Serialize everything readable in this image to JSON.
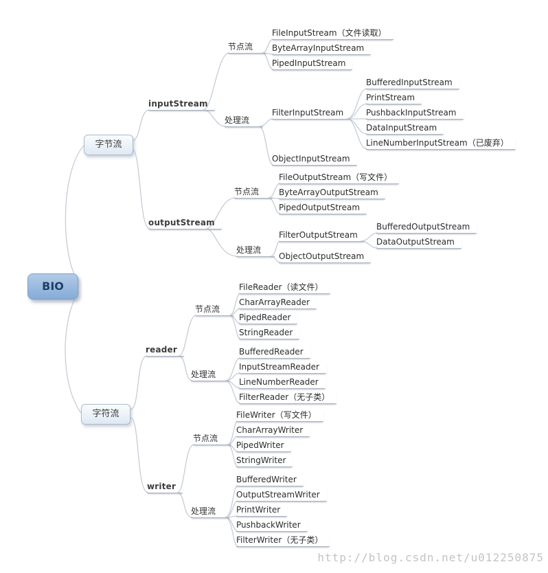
{
  "root": {
    "label": "BIO"
  },
  "branches": {
    "byte": {
      "label": "字节流",
      "input": {
        "label": "inputStream",
        "node": {
          "label": "节点流",
          "items": [
            "FileInputStream（文件读取）",
            "ByteArrayInputStream",
            "PipedInputStream"
          ]
        },
        "process": {
          "label": "处理流",
          "filter": {
            "label": "FilterInputStream",
            "items": [
              "BufferedInputStream",
              "PrintStream",
              "PushbackInputStream",
              "DataInputStream",
              "LineNumberInputStream（已废弃）"
            ]
          },
          "object": "ObjectInputStream"
        }
      },
      "output": {
        "label": "outputStream",
        "node": {
          "label": "节点流",
          "items": [
            "FileOutputStream（写文件）",
            "ByteArrayOutputStream",
            "PipedOutputStream"
          ]
        },
        "process": {
          "label": "处理流",
          "filter": {
            "label": "FilterOutputStream",
            "items": [
              "BufferedOutputStream",
              "DataOutputStream"
            ]
          },
          "object": "ObjectOutputStream"
        }
      }
    },
    "char": {
      "label": "字符流",
      "reader": {
        "label": "reader",
        "node": {
          "label": "节点流",
          "items": [
            "FileReader（读文件）",
            "CharArrayReader",
            "PipedReader",
            "StringReader"
          ]
        },
        "process": {
          "label": "处理流",
          "items": [
            "BufferedReader",
            "InputStreamReader",
            "LineNumberReader",
            "FilterReader（无子类）"
          ]
        }
      },
      "writer": {
        "label": "writer",
        "node": {
          "label": "节点流",
          "items": [
            "FileWriter（写文件）",
            "CharArrayWriter",
            "PipedWriter",
            "StringWriter"
          ]
        },
        "process": {
          "label": "处理流",
          "items": [
            "BufferedWriter",
            "OutputStreamWriter",
            "PrintWriter",
            "PushbackWriter",
            "FilterWriter（无子类）"
          ]
        }
      }
    }
  },
  "watermark": "http://blog.csdn.net/u012250875"
}
